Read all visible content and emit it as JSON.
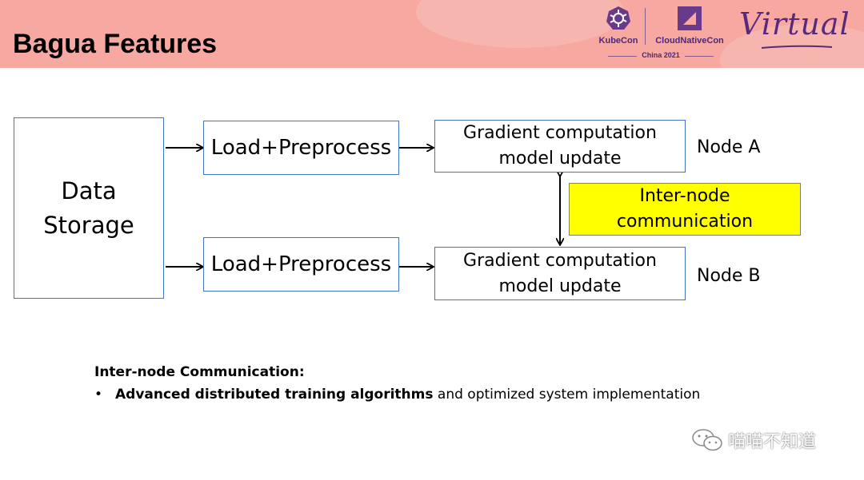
{
  "slide": {
    "title": "Bagua Features",
    "header_color": "#f7a8a0",
    "logos": {
      "kubecon": "KubeCon",
      "cloudnativecon": "CloudNativeCon",
      "event": "China 2021",
      "virtual": "Virtual"
    }
  },
  "diagram": {
    "data_storage": [
      "Data",
      "Storage"
    ],
    "load_top": "Load+Preprocess",
    "load_bottom": "Load+Preprocess",
    "grad_top": [
      "Gradient computation",
      "model update"
    ],
    "grad_bottom": [
      "Gradient computation",
      "model update"
    ],
    "inter_node": [
      "Inter-node",
      "communication"
    ],
    "node_a": "Node A",
    "node_b": "Node B",
    "box_border_color": "#4472c4",
    "highlight_color": "#ffff00"
  },
  "notes": {
    "heading": "Inter-node Communication:",
    "bullet_bold": "Advanced distributed training algorithms",
    "bullet_rest": " and optimized system implementation"
  },
  "watermark": "喵喵不知道"
}
